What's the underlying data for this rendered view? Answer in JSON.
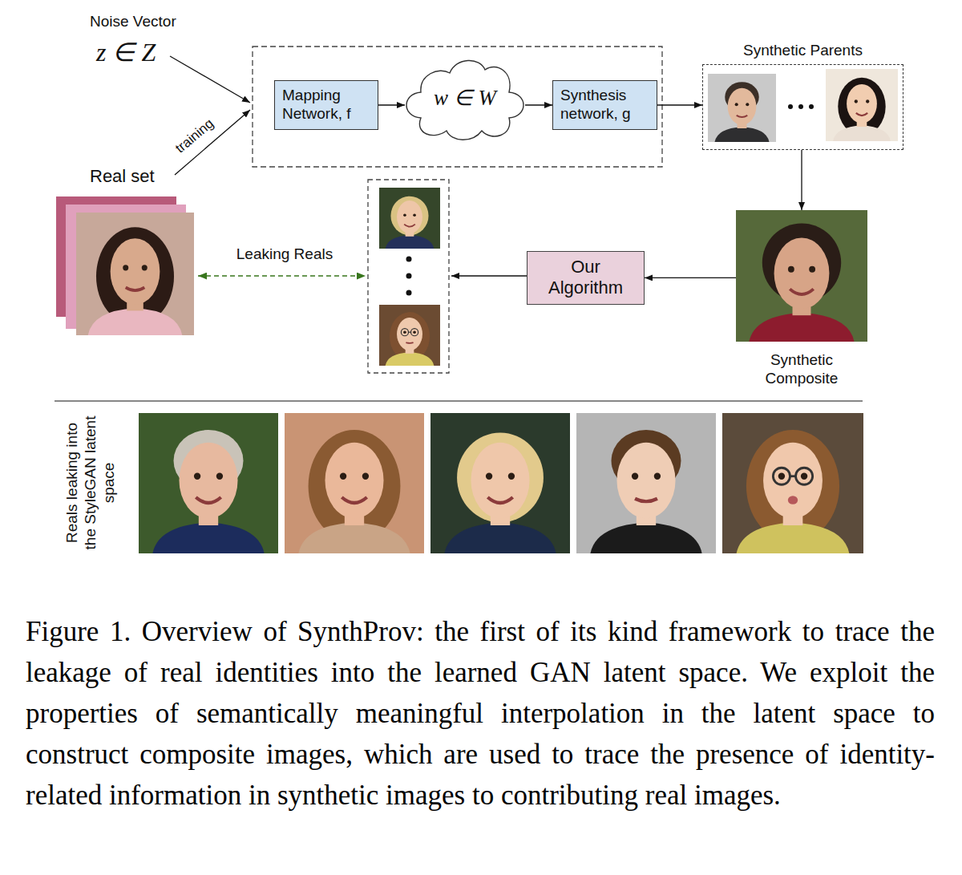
{
  "diagram": {
    "caption": "Figure 1. Overview of SynthProv: the first of its kind framework to trace the leakage of real identities into the learned GAN latent space. We exploit the properties of semantically meaningful interpolation in the latent space to construct composite images, which are used to trace the presence of identity-related information in synthetic images to contributing real images.",
    "nodes": [
      {
        "text": [
          "Mapping Network, f"
        ]
      },
      {
        "text": [
          "w ∈ W"
        ]
      },
      {
        "text": [
          "Synthesis network, g"
        ]
      },
      {
        "text": [
          "Synthetic Parents"
        ]
      },
      {
        "text": [
          "Synthetic Composite"
        ]
      },
      {
        "text": [
          "Our Algorithm"
        ]
      },
      {
        "text": [
          "Real set"
        ]
      }
    ],
    "edges": [
      {
        "from": 0,
        "to": 1,
        "arrow": "to"
      },
      {
        "from": 1,
        "to": 2,
        "arrow": "to"
      },
      {
        "from": 2,
        "to": 3,
        "arrow": "to"
      },
      {
        "from": 3,
        "to": 4,
        "arrow": "to"
      },
      {
        "from": 4,
        "to": 5,
        "arrow": "to"
      }
    ],
    "labels": [
      "Noise Vector",
      "z ∈ Z",
      "training",
      "Leaking Reals",
      "Reals leaking into the StyleGAN latent space"
    ]
  }
}
